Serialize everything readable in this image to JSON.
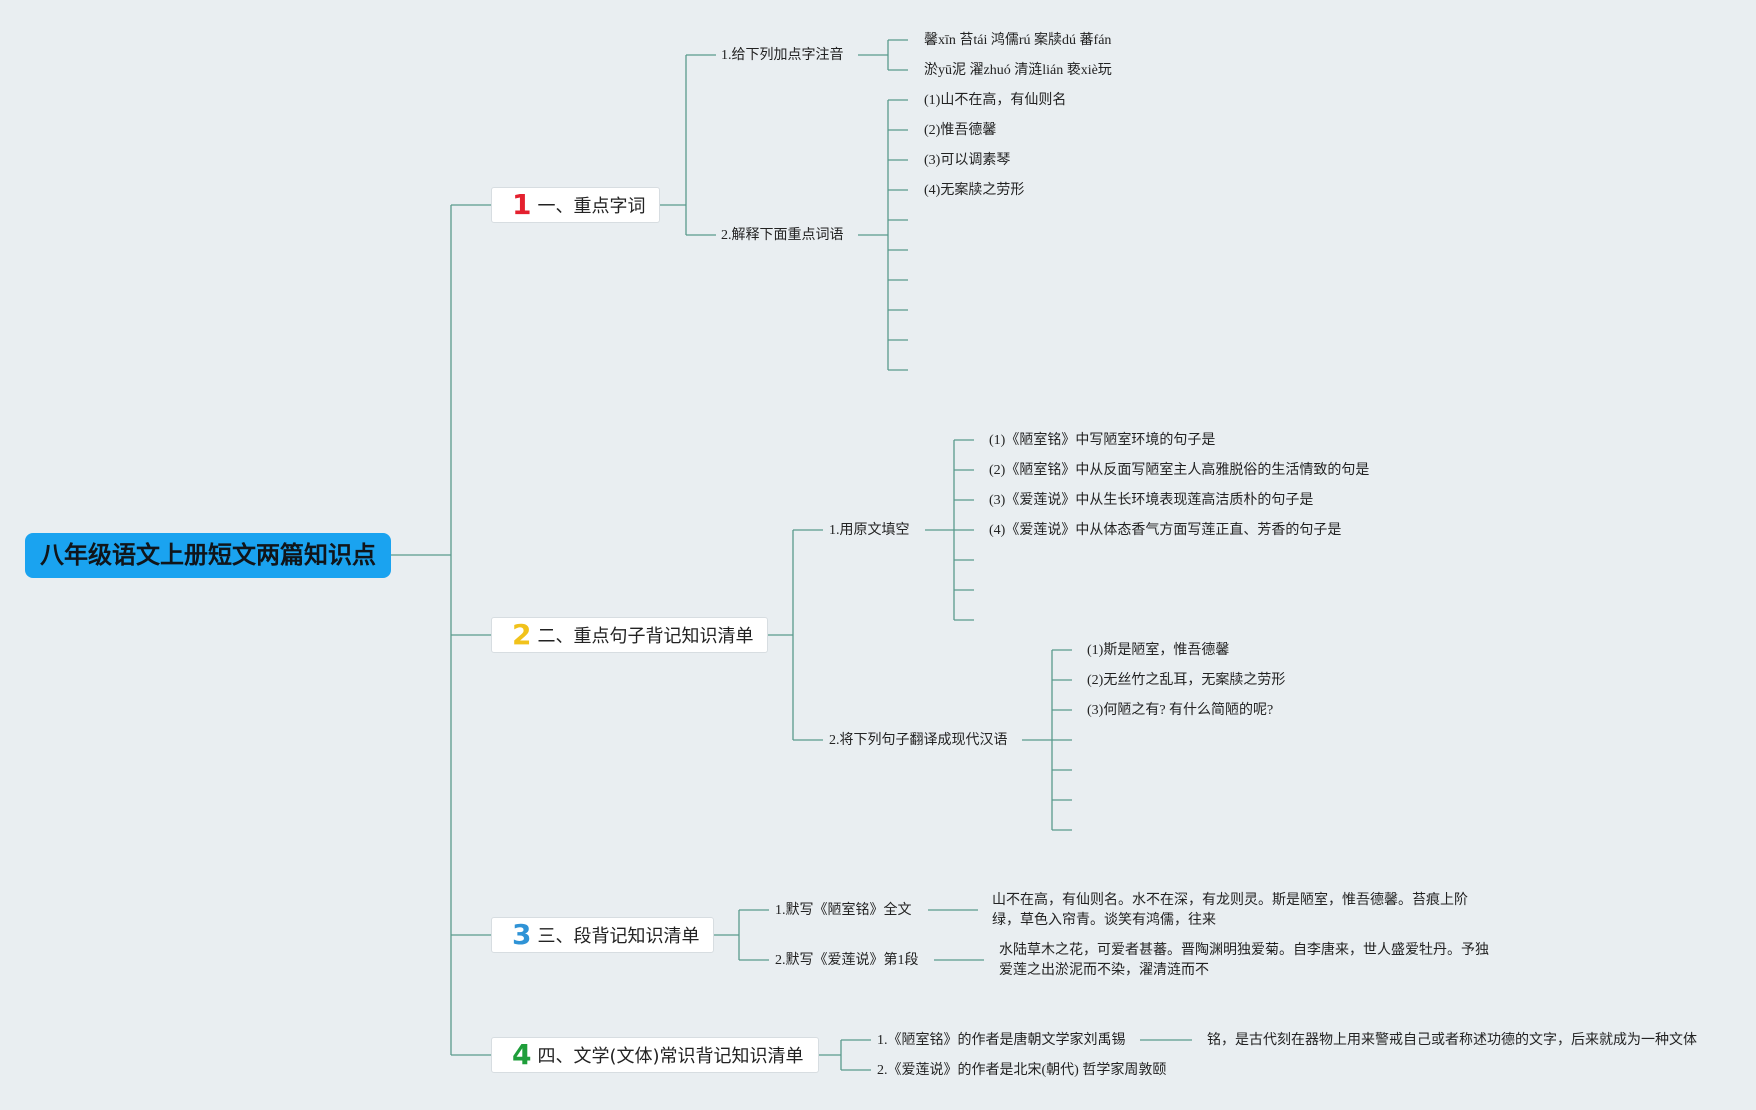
{
  "root": "八年级语文上册短文两篇知识点",
  "branches": [
    {
      "num": "1",
      "color": "#e4202e",
      "label": "一、重点字词"
    },
    {
      "num": "2",
      "color": "#f1c21b",
      "label": "二、重点句子背记知识清单"
    },
    {
      "num": "3",
      "color": "#2f93d6",
      "label": "三、段背记知识清单"
    },
    {
      "num": "4",
      "color": "#1e9e3a",
      "label": "四、文学(文体)常识背记知识清单"
    }
  ],
  "b1": {
    "pinyin_title": "1.给下列加点字注音",
    "pinyin_items": [
      "馨xīn 苔tái 鸿儒rú 案牍dú 蕃fán",
      "淤yū泥 濯zhuó 清涟lián 亵xiè玩"
    ],
    "words_title": "2.解释下面重点词语",
    "words_items": [
      "(1)山不在高，有仙则名",
      "(2)惟吾德馨",
      "(3)可以调素琴",
      "(4)无案牍之劳形"
    ]
  },
  "b2": {
    "fill_title": "1.用原文填空",
    "fill_items": [
      "(1)《陋室铭》中写陋室环境的句子是",
      "(2)《陋室铭》中从反面写陋室主人高雅脱俗的生活情致的句是",
      "(3)《爱莲说》中从生长环境表现莲高洁质朴的句子是",
      "(4)《爱莲说》中从体态香气方面写莲正直、芳香的句子是"
    ],
    "translate_title": "2.将下列句子翻译成现代汉语",
    "translate_items": [
      "(1)斯是陋室，惟吾德馨",
      "(2)无丝竹之乱耳，无案牍之劳形",
      "(3)何陋之有? 有什么简陋的呢?"
    ]
  },
  "b3": {
    "item1_title": "1.默写《陋室铭》全文",
    "item1_text": "山不在高，有仙则名。水不在深，有龙则灵。斯是陋室，惟吾德馨。苔痕上阶绿，草色入帘青。谈笑有鸿儒，往来",
    "item2_title": "2.默写《爱莲说》第1段",
    "item2_text": "水陆草木之花，可爱者甚蕃。晋陶渊明独爱菊。自李唐来，世人盛爱牡丹。予独爱莲之出淤泥而不染，濯清涟而不"
  },
  "b4": {
    "item1": "1.《陋室铭》的作者是唐朝文学家刘禹锡",
    "item1_note": "铭，是古代刻在器物上用来警戒自己或者称述功德的文字，后来就成为一种文体",
    "item2": "2.《爱莲说》的作者是北宋(朝代) 哲学家周敦颐"
  },
  "colors": {
    "background": "#e9eef1",
    "root": "#1aa3f0",
    "connector": "#5a9a8c"
  }
}
